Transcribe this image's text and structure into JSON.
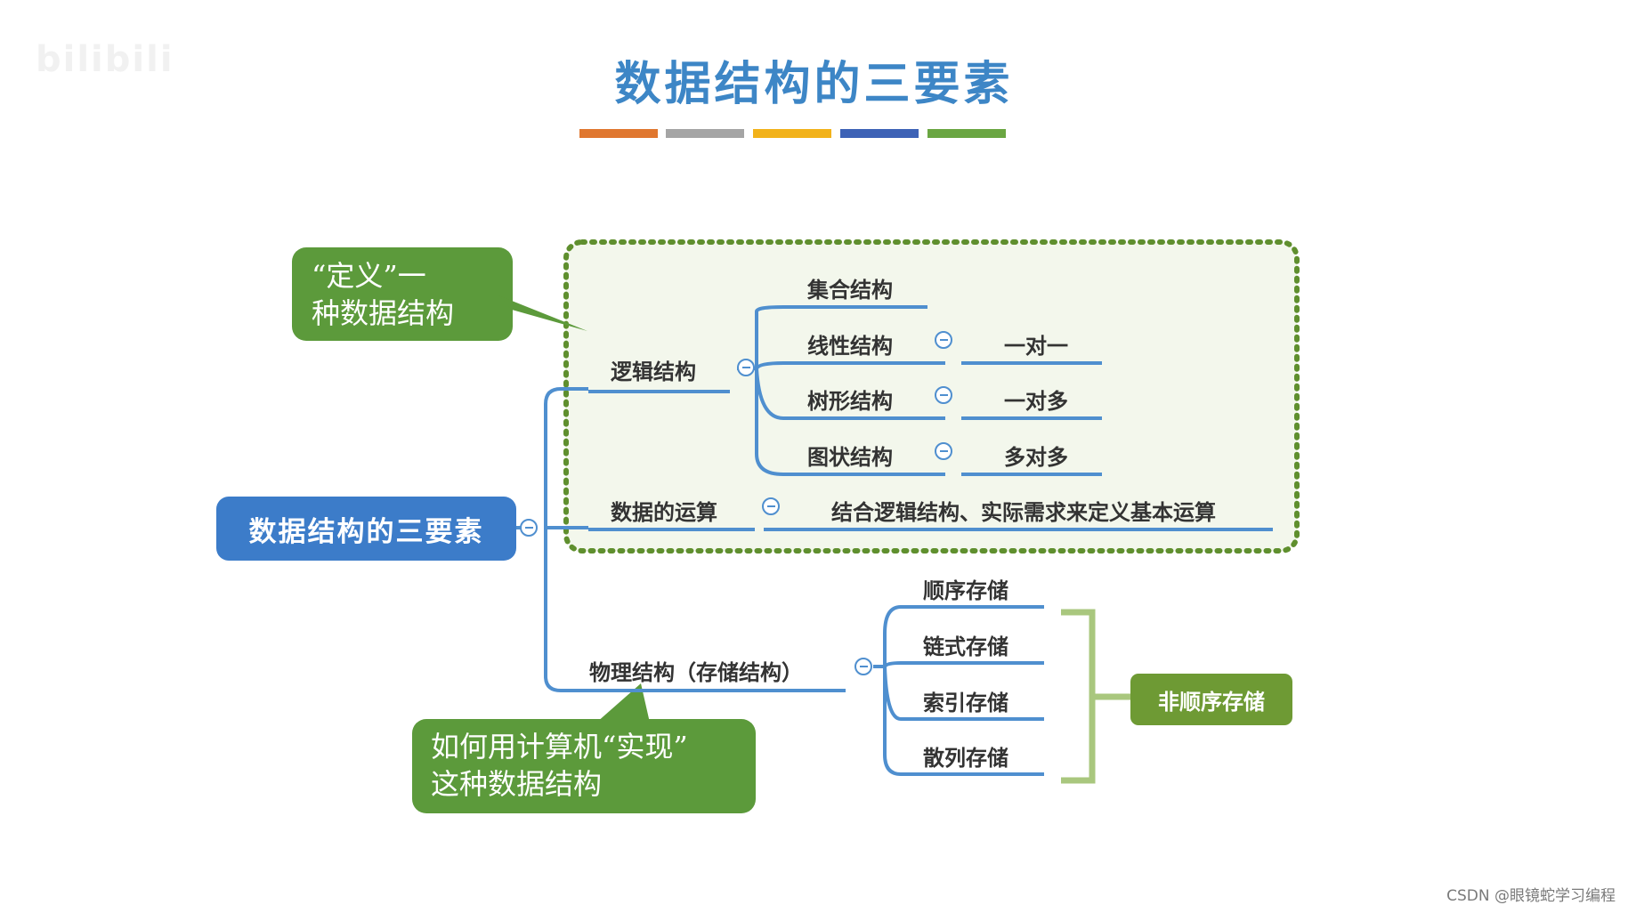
{
  "watermark": "bilibili",
  "title": "数据结构的三要素",
  "color_bars": [
    "#4c8fcd",
    "#e0772f",
    "#a5a5a5",
    "#f2b21a",
    "#3d62b6",
    "#6aa642"
  ],
  "root": "数据结构的三要素",
  "logical": {
    "label": "逻辑结构",
    "children": [
      {
        "label": "集合结构",
        "relation": ""
      },
      {
        "label": "线性结构",
        "relation": "一对一"
      },
      {
        "label": "树形结构",
        "relation": "一对多"
      },
      {
        "label": "图状结构",
        "relation": "多对多"
      }
    ]
  },
  "operations": {
    "label": "数据的运算",
    "detail": "结合逻辑结构、实际需求来定义基本运算"
  },
  "physical": {
    "label": "物理结构（存储结构）",
    "children": [
      "顺序存储",
      "链式存储",
      "索引存储",
      "散列存储"
    ],
    "group_label": "非顺序存储"
  },
  "callouts": {
    "define": [
      "“定义”一",
      "种数据结构"
    ],
    "implement": [
      "如何用计算机“实现”",
      "这种数据结构"
    ]
  },
  "credit": "CSDN @眼镜蛇学习编程",
  "colors": {
    "title": "#3d86c6",
    "root": "#3c7cc9",
    "line": "#4f8fcf",
    "callout": "#5c9a3b",
    "group_box": "#6e9a34",
    "bracket": "#a9c77e",
    "dotted_border": "#5f8f2e",
    "dotted_fill": "#f3f7ec"
  }
}
